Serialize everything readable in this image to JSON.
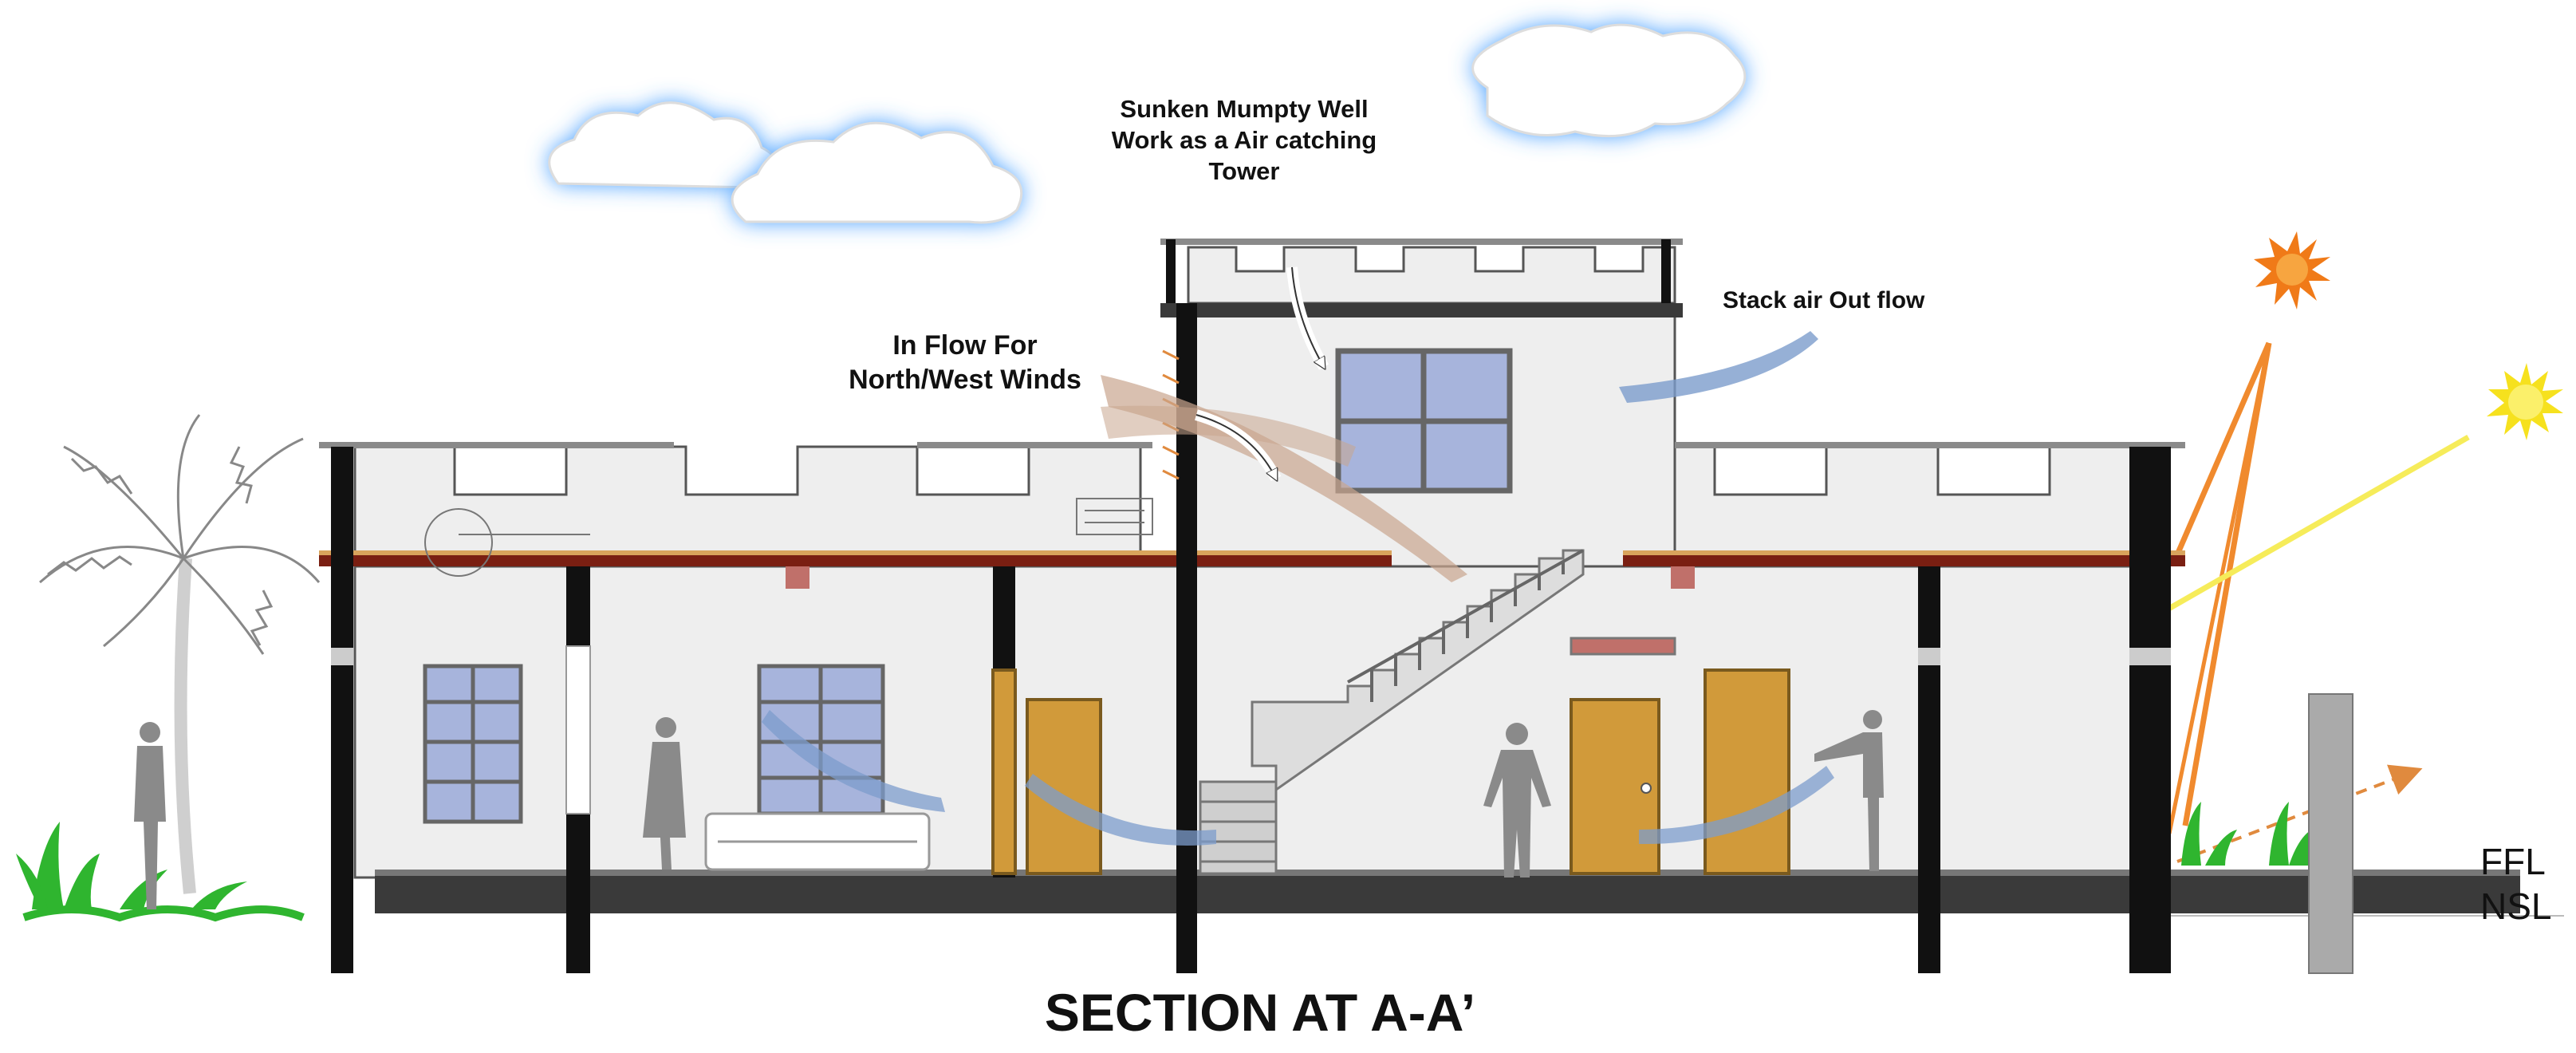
{
  "labels": {
    "mumpty_line1": "Sunken Mumpty Well",
    "mumpty_line2": "Work as a Air catching",
    "mumpty_line3": "Tower",
    "inflow_line1": "In Flow For",
    "inflow_line2": "North/West Winds",
    "stack_outflow": "Stack air Out flow",
    "ffl": "FFL",
    "nsl": "NSL",
    "title": "SECTION AT A-A’"
  },
  "colors": {
    "sky_glow": "#3f9bff",
    "wall_fill": "#eeeeee",
    "structure_black": "#111111",
    "slab_red": "#7a1f12",
    "window_glass": "#a7b4dc",
    "door_wood": "#d19a3a",
    "airflow_blue": "#7c9ccc",
    "inflow_tan": "#c9a58e",
    "sun_orange": "#f07a18",
    "sun_yellow": "#f6e11e",
    "plant_green": "#2fb52f",
    "figure_grey": "#8a8a8a"
  },
  "icons": [
    "cloud-icon",
    "sun-icon",
    "palm-tree-icon",
    "person-silhouette-icon",
    "plant-icon",
    "airflow-arrow-icon"
  ]
}
